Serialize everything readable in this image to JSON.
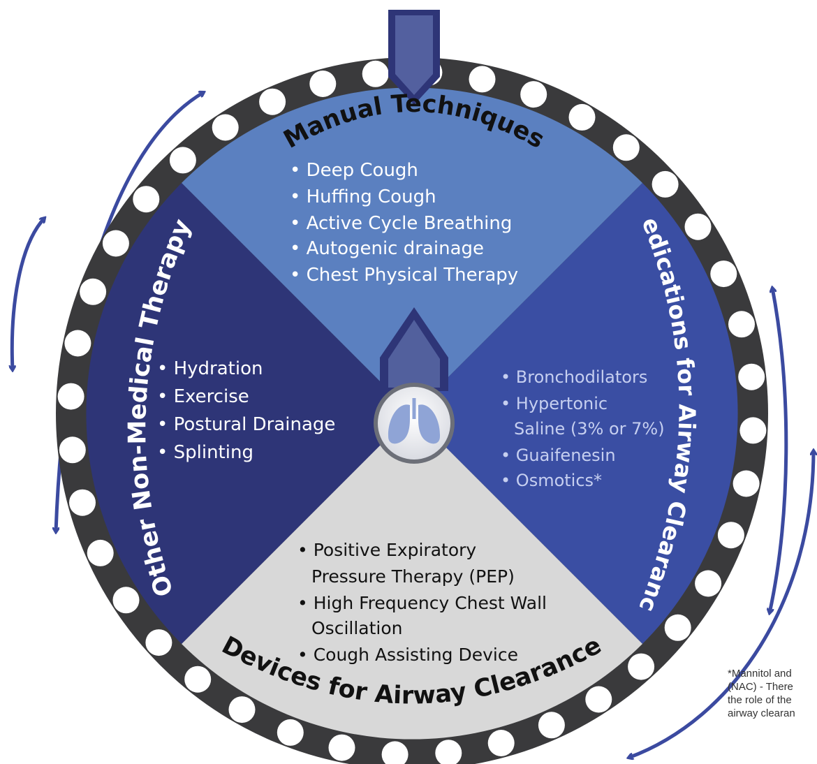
{
  "colors": {
    "rim": "#3a3a3c",
    "dots": "#ffffff",
    "manual": "#5b80c0",
    "medications": "#3a4ea3",
    "devices": "#d8d8d8",
    "other": "#2e3577",
    "arrows": "#3b4aa0",
    "pointer": "#404e94",
    "hub_icon": "#8fa4d6"
  },
  "center_icon": "lungs-icon",
  "sections": {
    "manual": {
      "title": "Manual Techniques",
      "items": [
        "Deep Cough",
        "Huffing Cough",
        "Active Cycle Breathing",
        "Autogenic drainage",
        "Chest Physical Therapy"
      ]
    },
    "medications": {
      "title": "Medications for Airway Clearance",
      "items": [
        "Bronchodilators",
        "Hypertonic",
        "Saline (3% or 7%)",
        "Guaifenesin",
        "Osmotics*"
      ]
    },
    "devices": {
      "title": "Devices for Airway Clearance",
      "items": [
        "Positive Expiratory",
        "Pressure Therapy (PEP)",
        "High Frequency Chest Wall",
        "Oscillation",
        "Cough Assisting Device"
      ]
    },
    "other": {
      "title": "Other Non-Medical Therapy",
      "items": [
        "Hydration",
        "Exercise",
        "Postural Drainage",
        "Splinting"
      ]
    }
  },
  "footnote": [
    "*Mannitol and",
    "(NAC) - There",
    "the role of the",
    "airway clearan"
  ]
}
